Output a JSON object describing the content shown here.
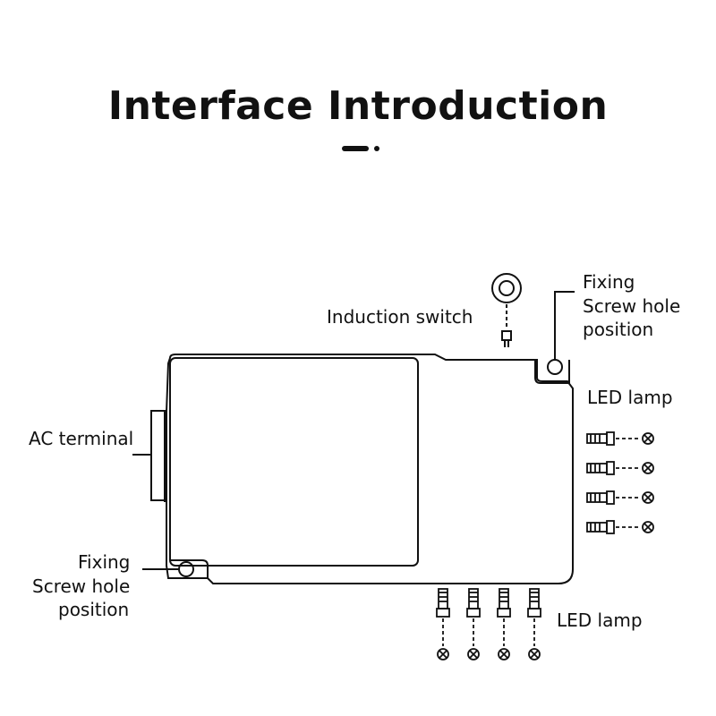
{
  "title": "Interface Introduction",
  "labels": {
    "induction_switch": "Induction switch",
    "fixing_top": [
      "Fixing",
      "Screw hole",
      "position"
    ],
    "ac_terminal": "AC terminal",
    "fixing_bottom": [
      "Fixing",
      "Screw hole",
      "position"
    ],
    "led_lamp_right": "LED lamp",
    "led_lamp_bottom": "LED lamp"
  },
  "icons": [
    "title-underline-icon",
    "induction-switch-icon",
    "screw-hole-icon",
    "led-connector-icon",
    "led-lamp-icon"
  ]
}
